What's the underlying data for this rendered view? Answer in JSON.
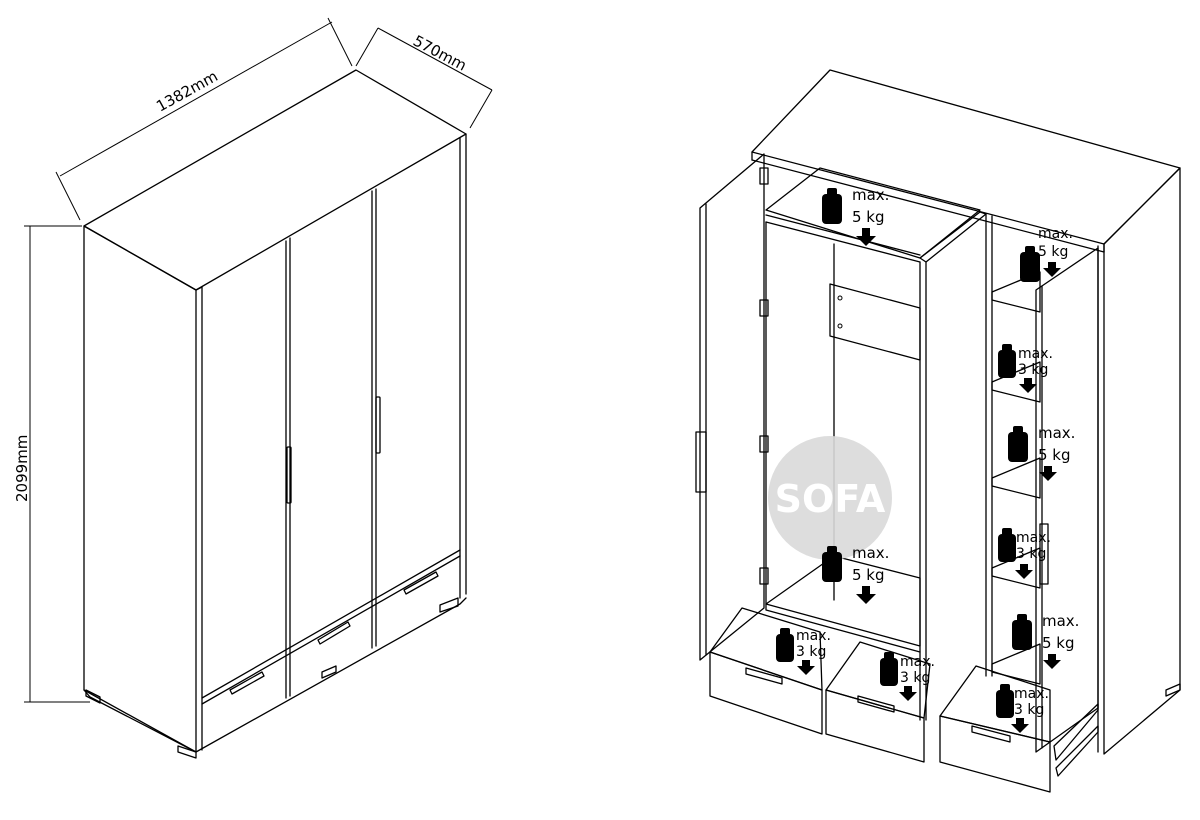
{
  "dimensions": {
    "width": "1382mm",
    "depth": "570mm",
    "height": "2099mm"
  },
  "watermark": {
    "text": "SOFA",
    "circle_color": "#d9d9d9"
  },
  "loads": [
    {
      "max": "max.",
      "kg": "5 kg"
    },
    {
      "max": "max.",
      "kg": "5 kg"
    },
    {
      "max": "max.",
      "kg": "3 kg"
    },
    {
      "max": "max.",
      "kg": "5 kg"
    },
    {
      "max": "max.",
      "kg": "3 kg"
    },
    {
      "max": "max.",
      "kg": "5 kg"
    },
    {
      "max": "max.",
      "kg": "5 kg"
    },
    {
      "max": "max.",
      "kg": "3 kg"
    },
    {
      "max": "max.",
      "kg": "3 kg"
    },
    {
      "max": "max.",
      "kg": "3 kg"
    }
  ]
}
